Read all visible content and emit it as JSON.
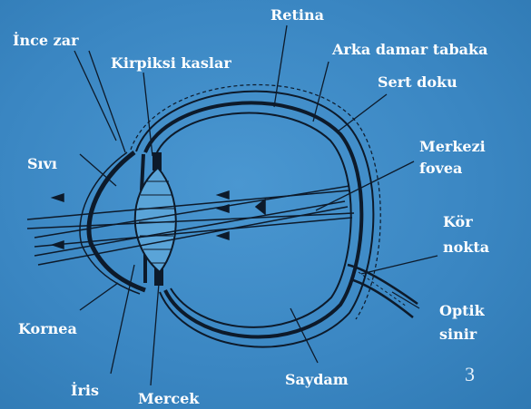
{
  "diagram": {
    "labels": {
      "retina": "Retina",
      "ince_zar": "İnce zar",
      "kirpiksi_kaslar": "Kirpiksi kaslar",
      "arka_damar_tabaka": "Arka damar tabaka",
      "sert_doku": "Sert doku",
      "sivi": "Sıvı",
      "merkezi_fovea_1": "Merkezi",
      "merkezi_fovea_2": "fovea",
      "kor_nokta_1": "Kör",
      "kor_nokta_2": "nokta",
      "optik_sinir_1": "Optik",
      "optik_sinir_2": "sinir",
      "kornea": "Kornea",
      "iris": "İris",
      "mercek": "Mercek",
      "saydam": "Saydam"
    }
  },
  "slide": {
    "page_number": "3"
  },
  "colors": {
    "background": "#3a86c2",
    "ink": "#0d1a2a",
    "label": "#ffffff"
  }
}
